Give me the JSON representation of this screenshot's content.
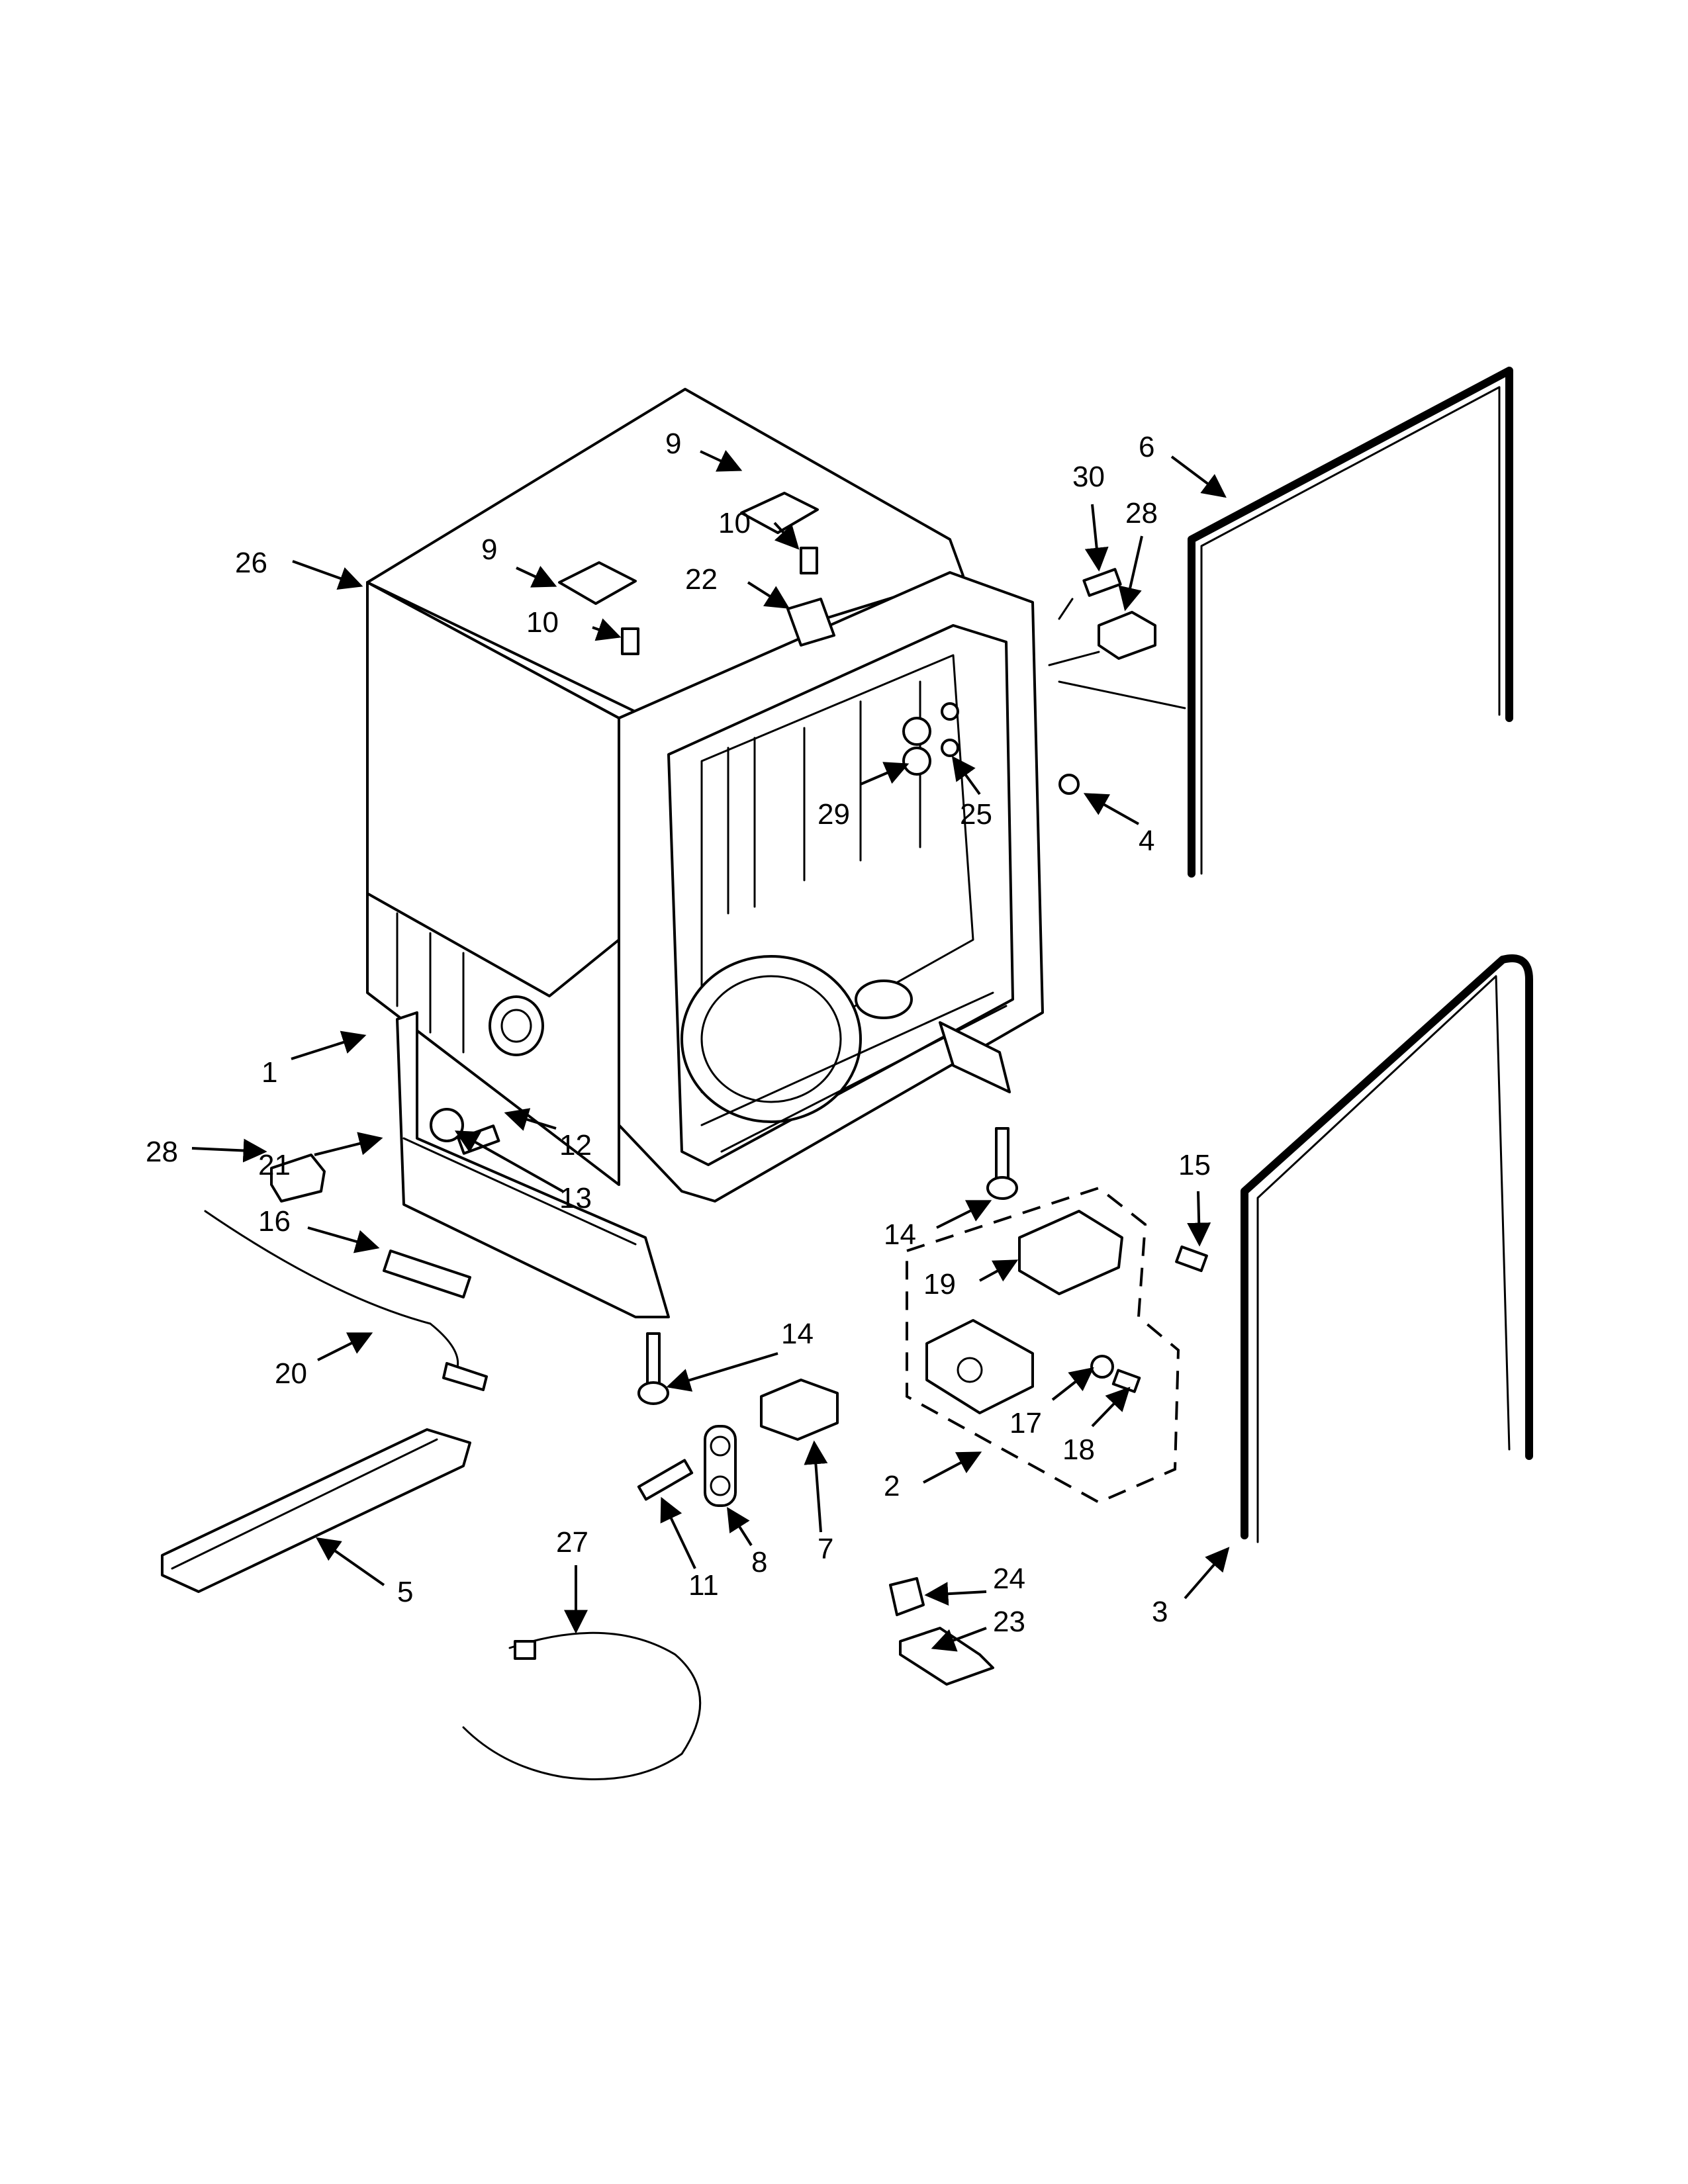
{
  "diagram": {
    "callouts": [
      {
        "label": "1"
      },
      {
        "label": "2"
      },
      {
        "label": "3"
      },
      {
        "label": "4"
      },
      {
        "label": "5"
      },
      {
        "label": "6"
      },
      {
        "label": "7"
      },
      {
        "label": "8"
      },
      {
        "label": "9"
      },
      {
        "label": "9"
      },
      {
        "label": "10"
      },
      {
        "label": "10"
      },
      {
        "label": "11"
      },
      {
        "label": "12"
      },
      {
        "label": "13"
      },
      {
        "label": "14"
      },
      {
        "label": "14"
      },
      {
        "label": "15"
      },
      {
        "label": "16"
      },
      {
        "label": "17"
      },
      {
        "label": "18"
      },
      {
        "label": "19"
      },
      {
        "label": "20"
      },
      {
        "label": "21"
      },
      {
        "label": "22"
      },
      {
        "label": "23"
      },
      {
        "label": "24"
      },
      {
        "label": "25"
      },
      {
        "label": "26"
      },
      {
        "label": "27"
      },
      {
        "label": "28"
      },
      {
        "label": "28"
      },
      {
        "label": "29"
      },
      {
        "label": "30"
      }
    ]
  }
}
